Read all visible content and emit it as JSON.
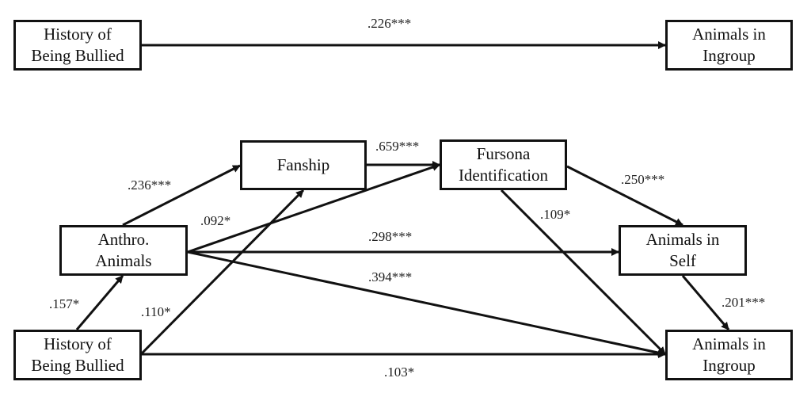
{
  "diagram": {
    "type": "path-model",
    "colors": {
      "stroke": "#111111",
      "background": "#ffffff",
      "text": "#222222"
    },
    "top_model": {
      "nodes": [
        {
          "id": "bullied_top",
          "label": "History of\nBeing Bullied"
        },
        {
          "id": "ingroup_top",
          "label": "Animals in\nIngroup"
        }
      ],
      "paths": [
        {
          "from": "bullied_top",
          "to": "ingroup_top",
          "coefficient": ".226***"
        }
      ]
    },
    "bottom_model": {
      "nodes": [
        {
          "id": "anthro",
          "label": "Anthro.\nAnimals"
        },
        {
          "id": "fanship",
          "label": "Fanship"
        },
        {
          "id": "fursona",
          "label": "Fursona\nIdentification"
        },
        {
          "id": "self",
          "label": "Animals in\nSelf"
        },
        {
          "id": "bullied",
          "label": "History of\nBeing Bullied"
        },
        {
          "id": "ingroup",
          "label": "Animals in\nIngroup"
        }
      ],
      "paths": [
        {
          "from": "anthro",
          "to": "fanship",
          "coefficient": ".236***"
        },
        {
          "from": "fanship",
          "to": "fursona",
          "coefficient": ".659***"
        },
        {
          "from": "anthro",
          "to": "fursona",
          "coefficient": ".092*"
        },
        {
          "from": "fursona",
          "to": "self",
          "coefficient": ".250***"
        },
        {
          "from": "fursona",
          "to": "ingroup",
          "coefficient": ".109*"
        },
        {
          "from": "anthro",
          "to": "self",
          "coefficient": ".298***"
        },
        {
          "from": "anthro",
          "to": "ingroup",
          "coefficient": ".394***"
        },
        {
          "from": "bullied",
          "to": "anthro",
          "coefficient": ".157*"
        },
        {
          "from": "bullied",
          "to": "fanship",
          "coefficient": ".110*"
        },
        {
          "from": "self",
          "to": "ingroup",
          "coefficient": ".201***"
        },
        {
          "from": "bullied",
          "to": "ingroup",
          "coefficient": ".103*"
        }
      ]
    }
  }
}
